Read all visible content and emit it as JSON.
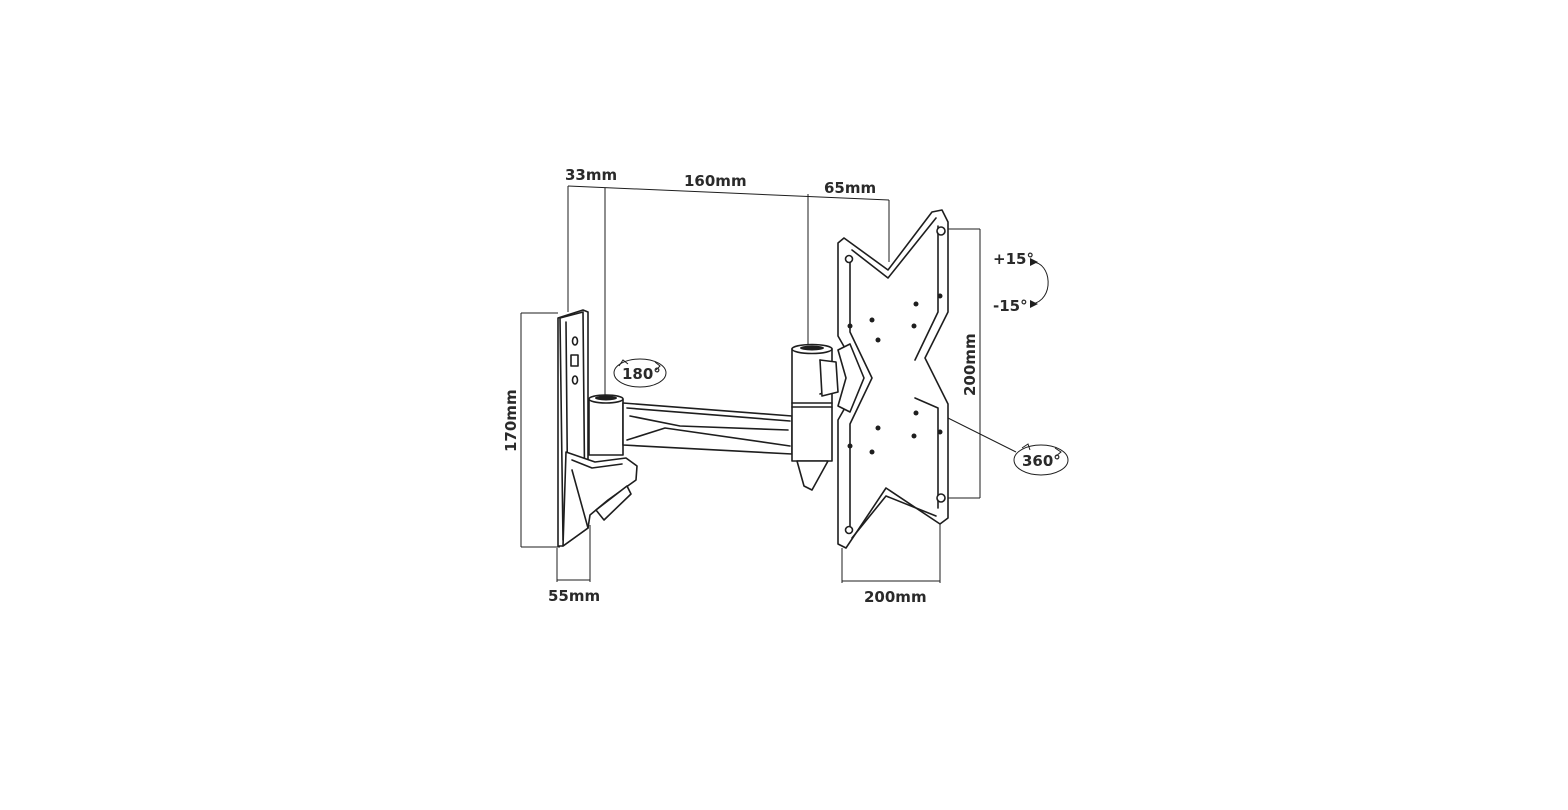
{
  "dimensions": {
    "wall_offset": "33mm",
    "arm_length": "160mm",
    "plate_offset": "65mm",
    "wall_plate_height": "170mm",
    "wall_plate_depth": "55mm",
    "vesa_height": "200mm",
    "vesa_width": "200mm"
  },
  "rotations": {
    "swivel": "180°",
    "tilt_up": "+15°",
    "tilt_down": "-15°",
    "rotate": "360°"
  },
  "colors": {
    "line": "#1e1e1e",
    "label": "#2a2a2a",
    "background": "#ffffff"
  }
}
